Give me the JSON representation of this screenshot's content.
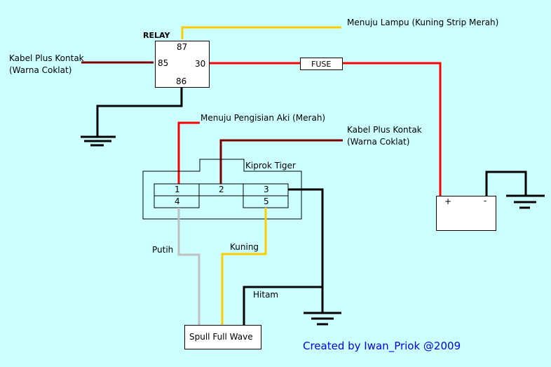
{
  "relay": {
    "title": "RELAY",
    "pins": {
      "p87": "87",
      "p85": "85",
      "p30": "30",
      "p86": "86"
    }
  },
  "labels": {
    "lamp": "Menuju Lampu (Kuning Strip Merah)",
    "plus_kontak_1": [
      "Kabel Plus Kontak",
      "(Warna Coklat)"
    ],
    "fuse": "FUSE",
    "charging": "Menuju Pengisian Aki (Merah)",
    "plus_kontak_2": [
      "Kabel Plus Kontak",
      "(Warna Coklat)"
    ],
    "kiprok": "Kiprok Tiger",
    "putih": "Putih",
    "kuning": "Kuning",
    "hitam": "Hitam",
    "spull": "Spull Full Wave",
    "battery_plus": "+",
    "battery_minus": "-"
  },
  "kiprok_pins": [
    "1",
    "2",
    "3",
    "4",
    "5"
  ],
  "wire_colors": {
    "red": "#ff0000",
    "brown": "#800000",
    "yellow": "#ffcc00",
    "black": "#000000",
    "white": "#c0c0c0"
  },
  "credit": "Created by Iwan_Priok @2009"
}
